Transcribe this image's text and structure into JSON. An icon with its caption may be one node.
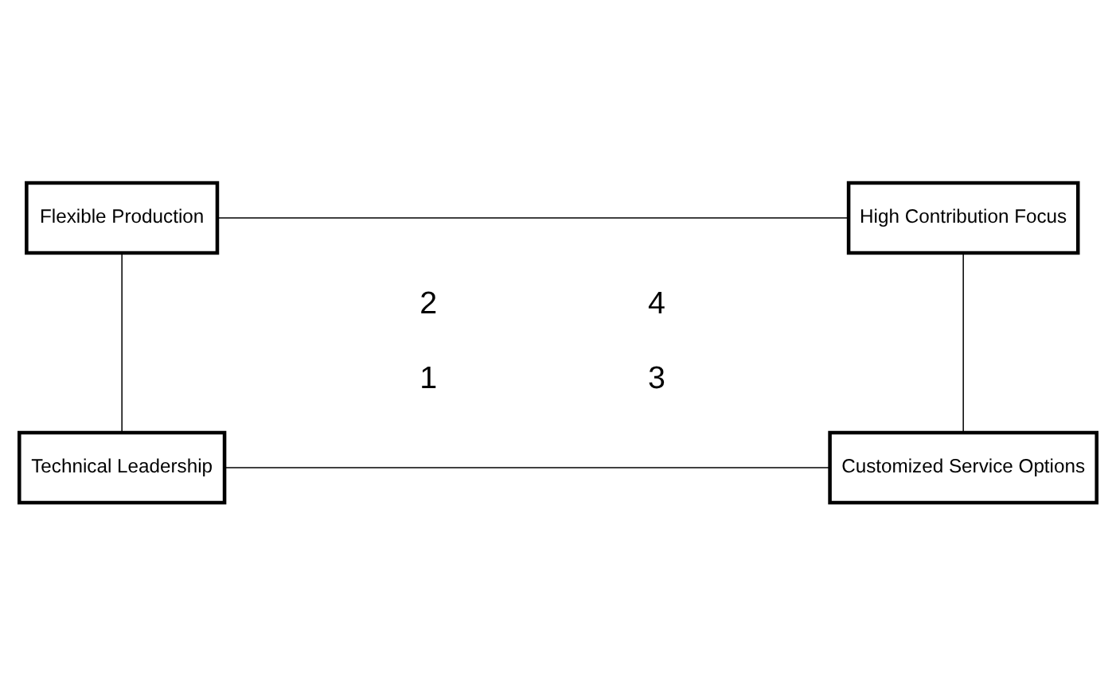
{
  "diagram": {
    "nodes": [
      {
        "text": [
          "Flexible Production"
        ]
      },
      {
        "text": [
          "High Contribution Focus"
        ]
      },
      {
        "text": [
          "Technical Leadership"
        ]
      },
      {
        "text": [
          "Customized Service Options"
        ]
      }
    ],
    "edges": [
      {
        "from": 0,
        "to": 1,
        "arrow": "none"
      },
      {
        "from": 0,
        "to": 2,
        "arrow": "none"
      },
      {
        "from": 2,
        "to": 3,
        "arrow": "none"
      },
      {
        "from": 3,
        "to": 1,
        "arrow": "none"
      }
    ],
    "labels": [
      "2",
      "4",
      "1",
      "3"
    ]
  }
}
